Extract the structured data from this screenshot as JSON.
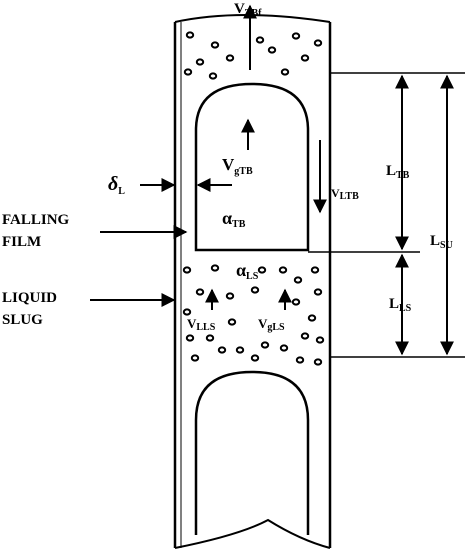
{
  "labels": {
    "v_tbf": {
      "main": "V",
      "sub": "TBf"
    },
    "v_gtb": {
      "main": "V",
      "sub": "gTB"
    },
    "v_ltb": {
      "main": "V",
      "sub": "LTB"
    },
    "alpha_tb": {
      "main": "α",
      "sub": "TB"
    },
    "delta_l": {
      "main": "δ",
      "sub": "L"
    },
    "alpha_ls": {
      "main": "α",
      "sub": "LS"
    },
    "v_lls": {
      "main": "V",
      "sub": "LLS"
    },
    "v_gls": {
      "main": "V",
      "sub": "gLS"
    },
    "l_tb": {
      "main": "L",
      "sub": "TB"
    },
    "l_ls": {
      "main": "L",
      "sub": "LS"
    },
    "l_su": {
      "main": "L",
      "sub": "SU"
    },
    "falling_film": {
      "line1": "FALLING",
      "line2": "FILM"
    },
    "liquid_slug": {
      "line1": "LIQUID",
      "line2": "SLUG"
    }
  }
}
